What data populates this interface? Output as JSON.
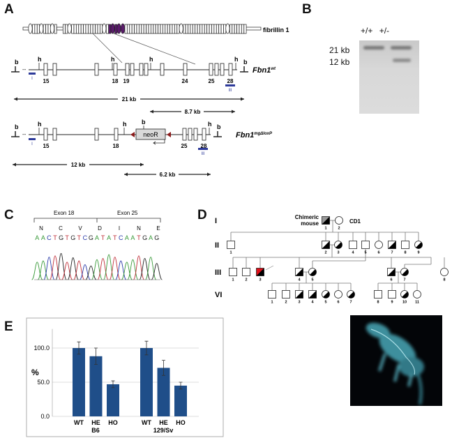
{
  "panels": {
    "A": "A",
    "B": "B",
    "C": "C",
    "D": "D",
    "E": "E"
  },
  "panel_a": {
    "protein_label": "fibrillin 1",
    "wt_allele": {
      "name": "Fbn1",
      "superscript": "wt"
    },
    "mut_allele": {
      "name": "Fbn1",
      "superscript": "mgΔloxP"
    },
    "site_h": "h",
    "site_b": "b",
    "wt_exon_labels": [
      "15",
      "18",
      "19",
      "24",
      "25",
      "28"
    ],
    "mut_exon_labels": [
      "15",
      "18",
      "25",
      "28"
    ],
    "probe_labels": [
      "I",
      "III"
    ],
    "neo_label": "neoR",
    "fragments": {
      "wt_b": "21 kb",
      "wt_h": "8.7 kb",
      "mut_b": "12 kb",
      "mut_h": "6.2 kb"
    },
    "colors": {
      "purple_domain": "#5a1a6b",
      "probe": "#2d3a9a",
      "loxp": "#8b1a1a",
      "neo_box": "#d9d9d9"
    }
  },
  "panel_b": {
    "lanes": [
      "+/+",
      "+/-"
    ],
    "markers": [
      "21 kb",
      "12 kb"
    ]
  },
  "panel_c": {
    "exons": [
      "Exon 18",
      "Exon 25"
    ],
    "amino_acids": [
      "N",
      "C",
      "V",
      "D",
      "I",
      "N",
      "E"
    ],
    "sequence": "AACTGTGTCGATATCAATGAG",
    "base_colors": {
      "A": "#3a9a3a",
      "C": "#2a3aa8",
      "G": "#222222",
      "T": "#c0303a"
    }
  },
  "panel_d": {
    "generations": [
      "I",
      "II",
      "III",
      "VI"
    ],
    "founder_labels": {
      "chimeric": "Chimeric mouse",
      "cd1": "CD1"
    },
    "individuals": {
      "I": [
        {
          "n": "1",
          "sex": "m",
          "status": "chimera"
        },
        {
          "n": "2",
          "sex": "f",
          "status": "wt"
        }
      ],
      "II": [
        {
          "n": "1",
          "sex": "m",
          "status": "wt"
        },
        {
          "n": "2",
          "sex": "m",
          "status": "het"
        },
        {
          "n": "3",
          "sex": "f",
          "status": "het"
        },
        {
          "n": "4",
          "sex": "m",
          "status": "wt"
        },
        {
          "n": "5",
          "sex": "m",
          "status": "wt"
        },
        {
          "n": "6",
          "sex": "f",
          "status": "wt"
        },
        {
          "n": "7",
          "sex": "m",
          "status": "het"
        },
        {
          "n": "8",
          "sex": "m",
          "status": "wt"
        },
        {
          "n": "9",
          "sex": "f",
          "status": "het"
        }
      ],
      "III": [
        {
          "n": "1",
          "sex": "m",
          "status": "wt"
        },
        {
          "n": "2",
          "sex": "m",
          "status": "wt"
        },
        {
          "n": "3",
          "sex": "m",
          "status": "proband"
        },
        {
          "n": "4",
          "sex": "m",
          "status": "het"
        },
        {
          "n": "5",
          "sex": "f",
          "status": "het"
        },
        {
          "n": "6",
          "sex": "m",
          "status": "het"
        },
        {
          "n": "7",
          "sex": "f",
          "status": "het"
        },
        {
          "n": "8",
          "sex": "f",
          "status": "wt"
        }
      ],
      "VI": [
        {
          "n": "1",
          "sex": "m",
          "status": "wt"
        },
        {
          "n": "2",
          "sex": "m",
          "status": "wt"
        },
        {
          "n": "3",
          "sex": "m",
          "status": "het"
        },
        {
          "n": "4",
          "sex": "m",
          "status": "het"
        },
        {
          "n": "5",
          "sex": "f",
          "status": "het"
        },
        {
          "n": "6",
          "sex": "f",
          "status": "wt"
        },
        {
          "n": "7",
          "sex": "f",
          "status": "het"
        },
        {
          "n": "8",
          "sex": "m",
          "status": "wt"
        },
        {
          "n": "9",
          "sex": "m",
          "status": "wt"
        },
        {
          "n": "10",
          "sex": "f",
          "status": "het"
        },
        {
          "n": "11",
          "sex": "f",
          "status": "wt"
        }
      ]
    },
    "colors": {
      "proband": "#e0101a",
      "chimera": "#999999"
    }
  },
  "chart_data": {
    "type": "bar",
    "ylabel": "%",
    "ylim": [
      0,
      130
    ],
    "yticks": [
      "0.0",
      "50.0",
      "100.0"
    ],
    "grid": true,
    "groups": [
      {
        "name": "B6",
        "categories": [
          "WT",
          "HE",
          "HO"
        ],
        "values": [
          100,
          88,
          47
        ],
        "errors": [
          9,
          12,
          5
        ]
      },
      {
        "name": "129/Sv",
        "categories": [
          "WT",
          "HE",
          "HO"
        ],
        "values": [
          100,
          71,
          45
        ],
        "errors": [
          10,
          11,
          5
        ]
      }
    ],
    "bar_color": "#1f4e89"
  }
}
